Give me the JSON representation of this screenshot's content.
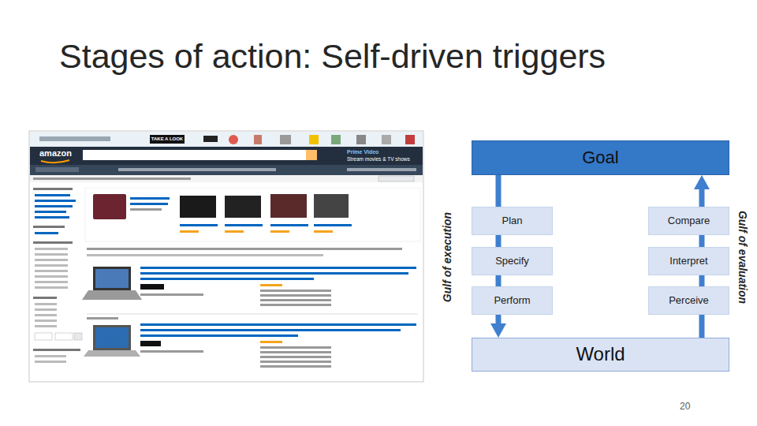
{
  "diagram": {
    "title": "Stages of action: Self-driven triggers",
    "nodes": [
      {
        "text": [
          "Goal"
        ]
      },
      {
        "text": [
          "Plan"
        ]
      },
      {
        "text": [
          "Compare"
        ]
      },
      {
        "text": [
          "Specify"
        ]
      },
      {
        "text": [
          "Interpret"
        ]
      },
      {
        "text": [
          "Perform"
        ]
      },
      {
        "text": [
          "Perceive"
        ]
      },
      {
        "text": [
          "World"
        ]
      }
    ],
    "edges": [
      {
        "from": 0,
        "to": 1,
        "arrow": "none"
      },
      {
        "from": 1,
        "to": 3,
        "arrow": "none"
      },
      {
        "from": 3,
        "to": 5,
        "arrow": "none"
      },
      {
        "from": 5,
        "to": 7,
        "arrow": "to"
      },
      {
        "from": 7,
        "to": 6,
        "arrow": "none"
      },
      {
        "from": 6,
        "to": 4,
        "arrow": "none"
      },
      {
        "from": 4,
        "to": 2,
        "arrow": "none"
      },
      {
        "from": 2,
        "to": 0,
        "arrow": "to"
      }
    ],
    "labels": [
      "amazon",
      "TAKE A LOOK",
      "Prime Video",
      "Stream movies & TV shows",
      "Gulf of execution",
      "Gulf of evaluation",
      "20"
    ]
  }
}
